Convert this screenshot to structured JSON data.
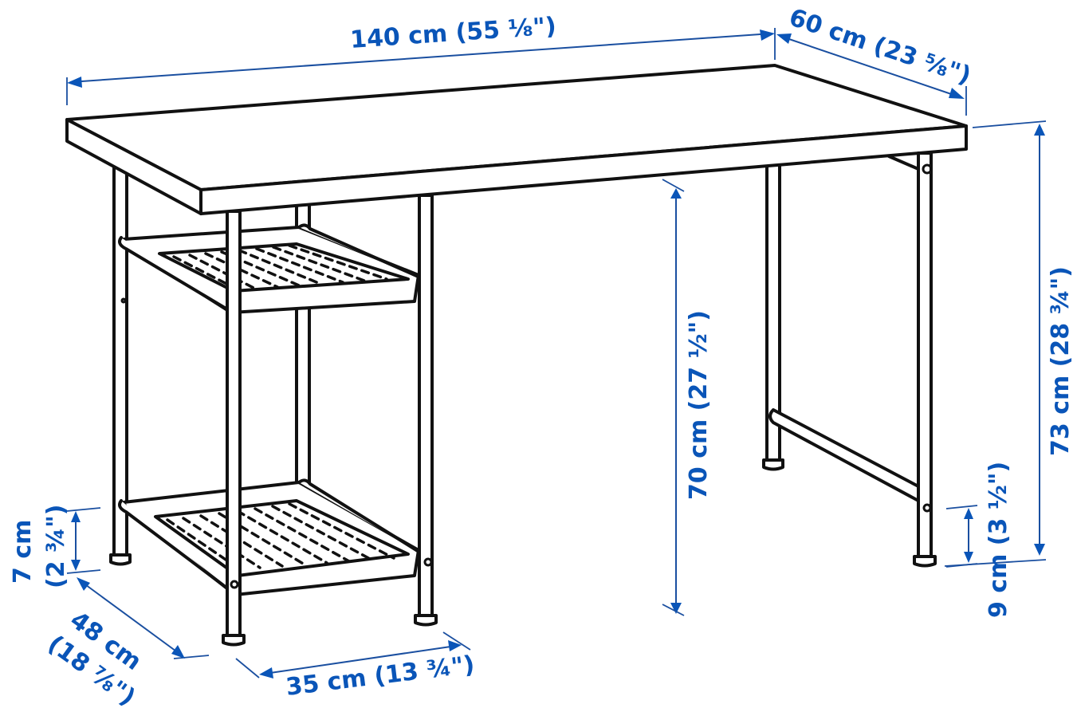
{
  "diagram": {
    "subject": "desk-with-shelf-unit",
    "ink_color": "#111111",
    "dimension_color": "#0a55b8",
    "background": "#ffffff"
  },
  "dimensions": {
    "width": {
      "label": "140 cm (55 ⅛\")",
      "metric": "140 cm",
      "imperial": "55 1/8\""
    },
    "depth": {
      "label": "60 cm (23 ⅝\")",
      "metric": "60 cm",
      "imperial": "23 5/8\""
    },
    "total_height": {
      "label": "73 cm (28 ¾\")",
      "metric": "73 cm",
      "imperial": "28 3/4\""
    },
    "underside_height": {
      "label": "70 cm (27 ½\")",
      "metric": "70 cm",
      "imperial": "27 1/2\""
    },
    "crossbar_height": {
      "label": "9 cm (3 ½\")",
      "metric": "9 cm",
      "imperial": "3 1/2\""
    },
    "shelf_clearance": {
      "line1": "7 cm",
      "line2": "(2 ¾\")",
      "metric": "7 cm",
      "imperial": "2 3/4\""
    },
    "shelf_depth": {
      "line1": "48 cm",
      "line2": "(18 ⅞\")",
      "metric": "48 cm",
      "imperial": "18 7/8\""
    },
    "shelf_width": {
      "label": "35 cm (13 ¾\")",
      "metric": "35 cm",
      "imperial": "13 3/4\""
    }
  }
}
